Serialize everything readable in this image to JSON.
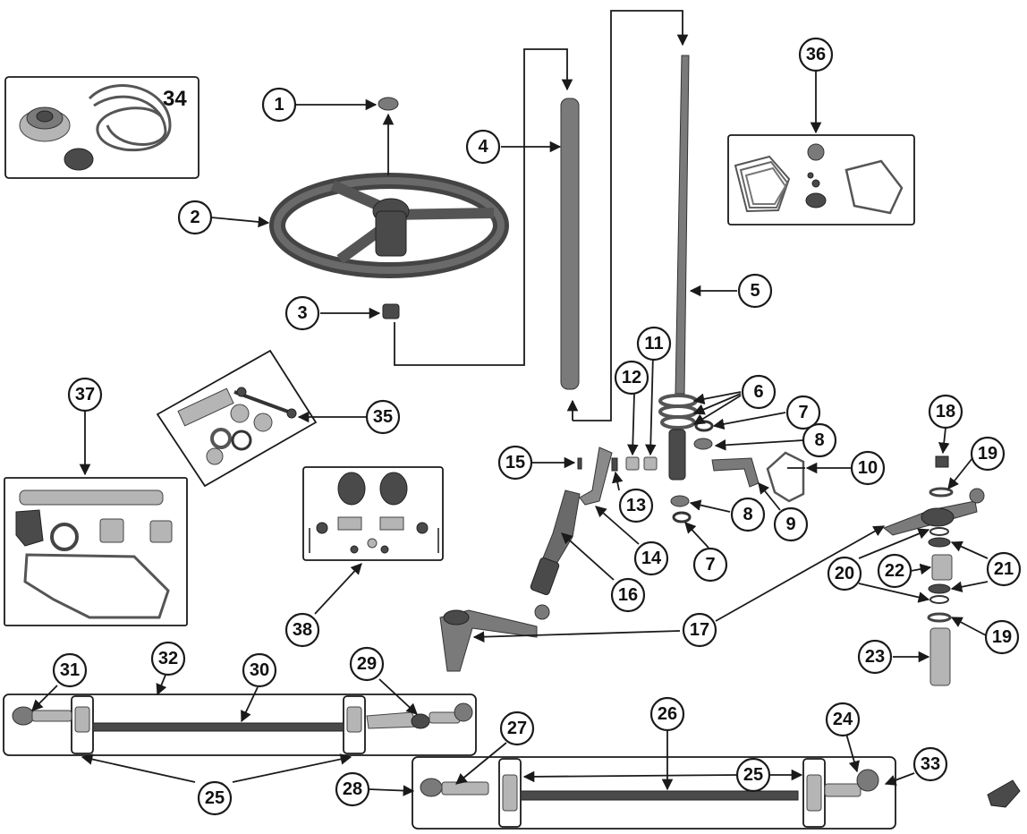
{
  "callouts": [
    "1",
    "2",
    "3",
    "4",
    "5",
    "6",
    "7",
    "8",
    "9",
    "10",
    "11",
    "12",
    "13",
    "14",
    "15",
    "16",
    "17",
    "18",
    "19",
    "20",
    "21",
    "22",
    "23",
    "24",
    "25",
    "26",
    "27",
    "28",
    "29",
    "30",
    "31",
    "32",
    "33",
    "34",
    "35",
    "36",
    "37",
    "38"
  ],
  "kits": {
    "k34": "34"
  }
}
